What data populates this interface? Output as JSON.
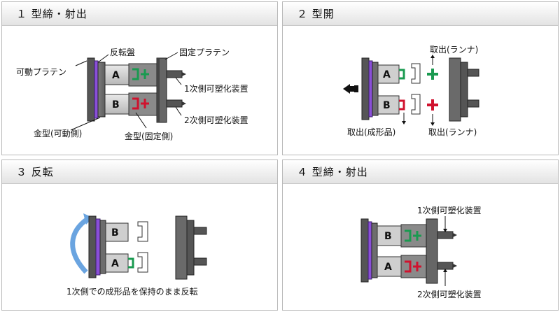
{
  "panels": [
    {
      "title": "１ 型締・射出"
    },
    {
      "title": "２ 型開"
    },
    {
      "title": "３ 反転"
    },
    {
      "title": "４ 型締・射出"
    }
  ],
  "labels": {
    "movable_platen": "可動プラテン",
    "rotary_plate": "反転盤",
    "fixed_platen": "固定プラテン",
    "primary_injector": "1次側可塑化装置",
    "secondary_injector": "2次側可塑化装置",
    "mold_movable": "金型(可動側)",
    "mold_fixed": "金型(固定側)",
    "runner_takeout": "取出(ランナ)",
    "product_takeout": "取出(成形品)",
    "rotate_caption": "1次側での成形品を保持のまま反転"
  },
  "blocks": {
    "a": "A",
    "b": "B"
  },
  "colors": {
    "primary": "#1a9a50",
    "secondary": "#d0122e",
    "rotary": "#8a4fd8",
    "arrow": "#6aa4e0"
  }
}
